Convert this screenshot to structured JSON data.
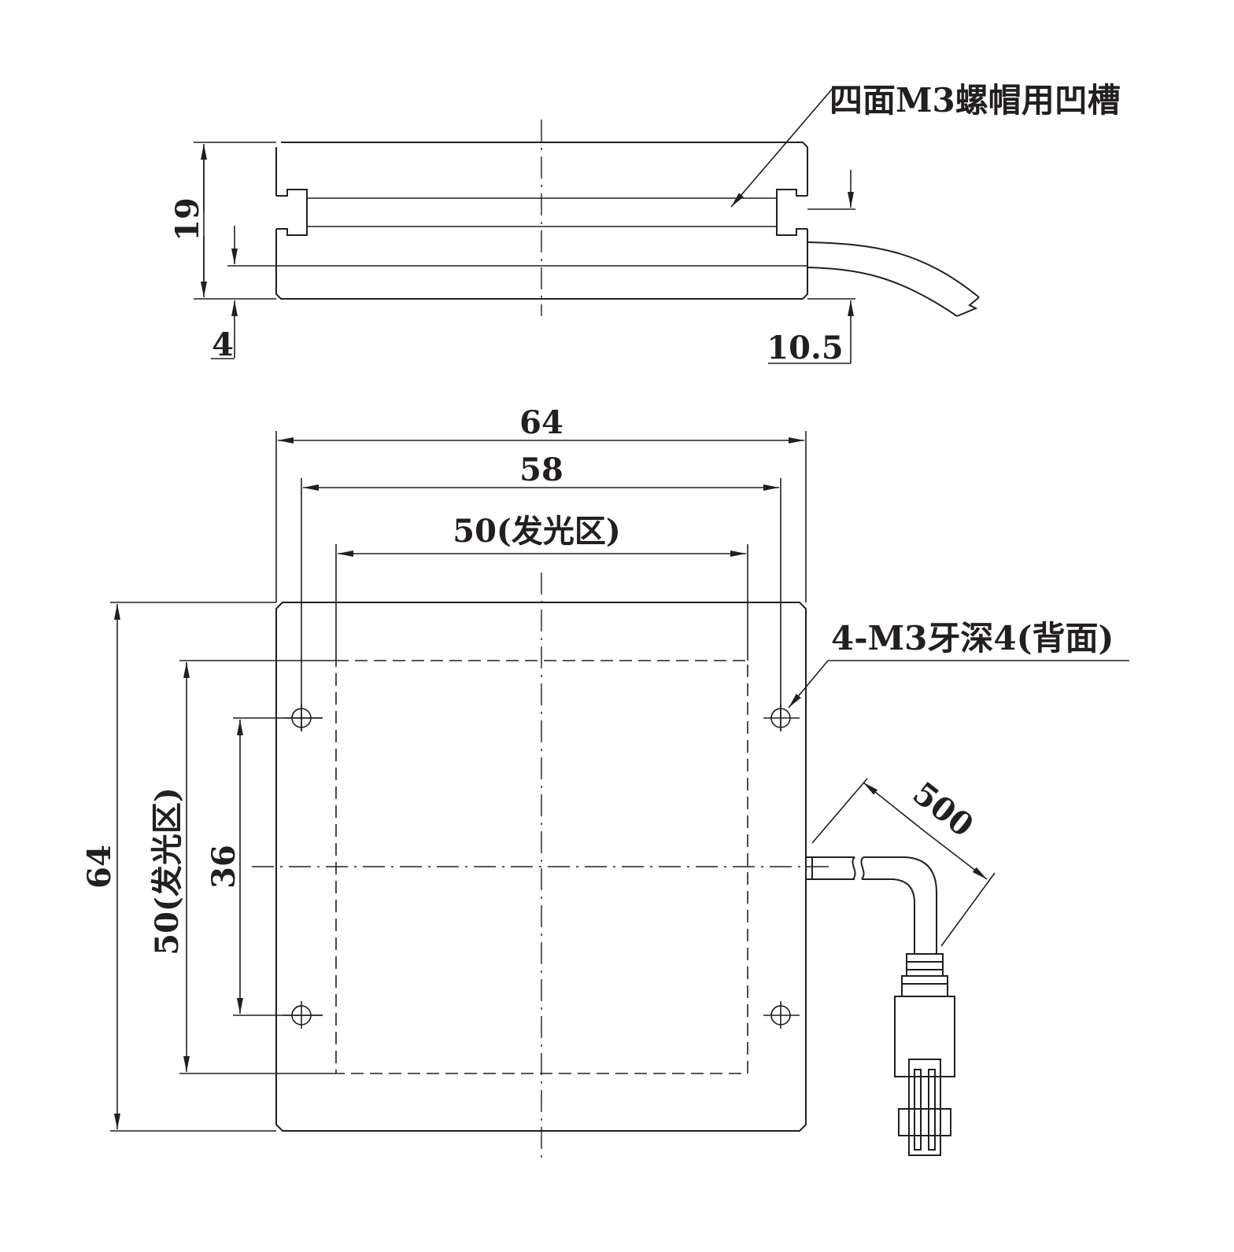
{
  "top_view": {
    "height_label": "19",
    "offset_bottom_label": "4",
    "offset_right_label": "10.5",
    "groove_note": "四面M3螺帽用凹槽"
  },
  "front_view": {
    "overall_width_label": "64",
    "hole_spacing_x_label": "58",
    "emit_width_label": "50(发光区)",
    "overall_height_label": "64",
    "emit_height_label": "50(发光区)",
    "hole_spacing_y_label": "36",
    "thread_note": "4-M3牙深4(背面)",
    "cable_length_label": "500"
  }
}
